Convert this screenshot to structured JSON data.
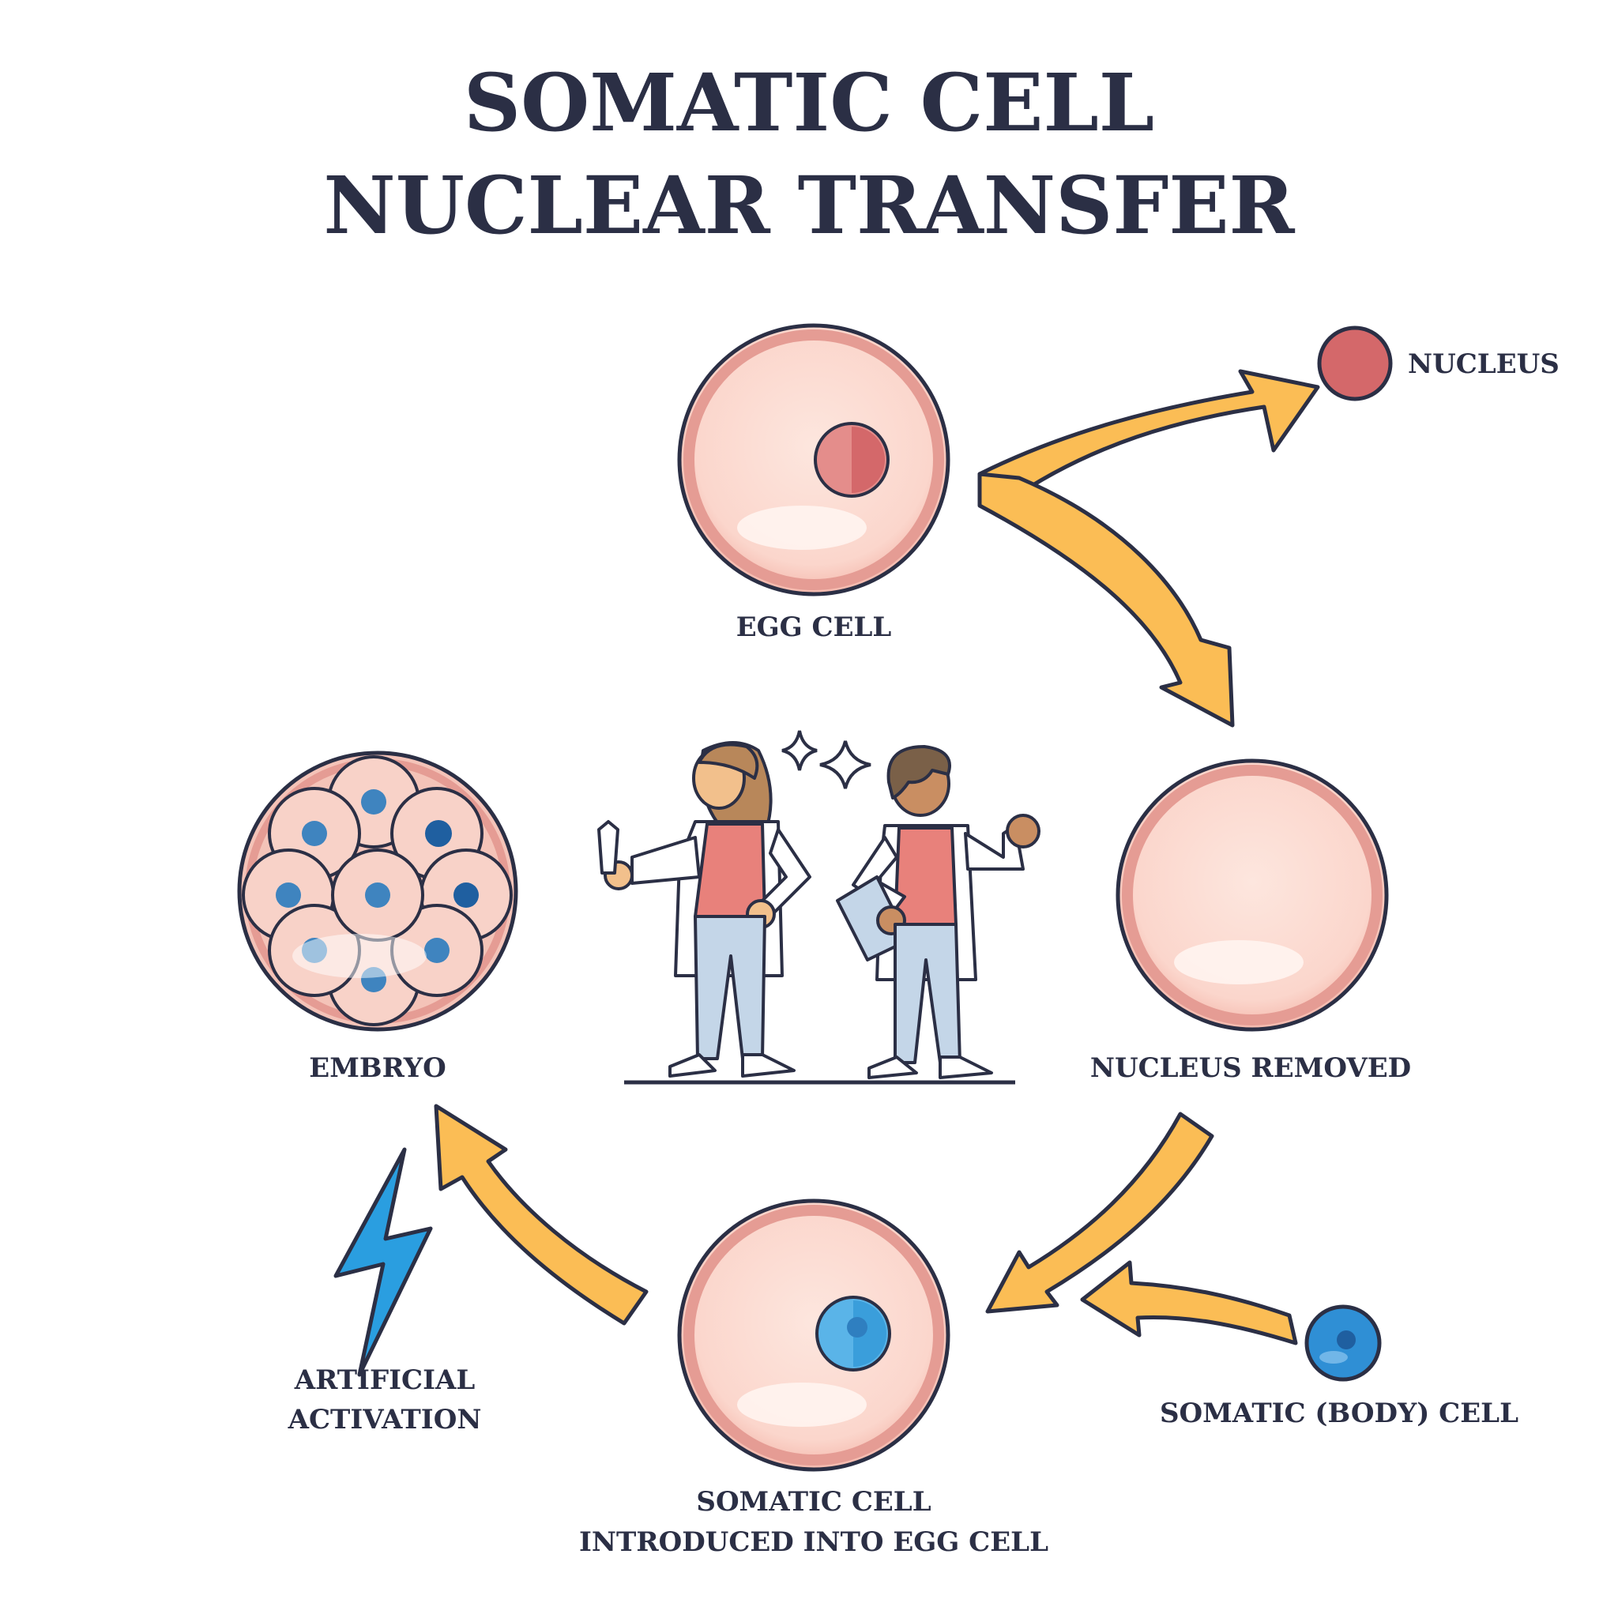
{
  "title": {
    "line1": "SOMATIC CELL",
    "line2": "NUCLEAR TRANSFER"
  },
  "labels": {
    "egg_cell": "EGG CELL",
    "nucleus": "NUCLEUS",
    "nucleus_removed": "NUCLEUS REMOVED",
    "somatic_body_cell": "SOMATIC (BODY) CELL",
    "somatic_introduced_line1": "SOMATIC CELL",
    "somatic_introduced_line2": "INTRODUCED INTO EGG CELL",
    "embryo": "EMBRYO",
    "artificial_line1": "ARTIFICIAL",
    "artificial_line2": "ACTIVATION"
  },
  "colors": {
    "ink": "#2b2f45",
    "cell_fill": "#fbd9d0",
    "cell_rim": "#e59c94",
    "nucleus_red": "#d4686a",
    "somatic_blue": "#2f8fd5",
    "arrow_yellow": "#fbbd55",
    "lightning_blue": "#2a9ee0",
    "coat_white": "#ffffff",
    "shirt_pink": "#e8817b",
    "pants_blue": "#c4d6e8"
  },
  "icons": [
    "lightning-icon",
    "sparkle-icon",
    "scientist-woman-icon",
    "scientist-man-icon"
  ]
}
